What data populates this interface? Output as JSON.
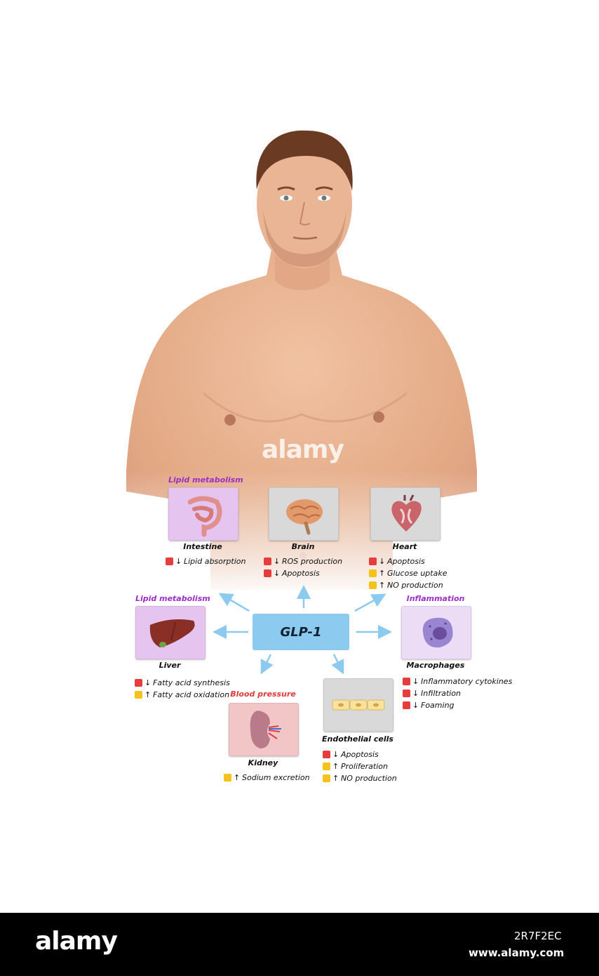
{
  "center": {
    "label": "GLP-1"
  },
  "organs": [
    {
      "id": "intestine",
      "category": "Lipid metabolism",
      "category_color": "#9b30c8",
      "name": "Intestine",
      "box_color": "#e6c4f0",
      "effects": [
        {
          "color": "#e63c3c",
          "dir": "↓",
          "text": "Lipid absorption"
        }
      ]
    },
    {
      "id": "brain",
      "category": "",
      "category_color": "",
      "name": "Brain",
      "box_color": "#d9d9d9",
      "effects": [
        {
          "color": "#e63c3c",
          "dir": "↓",
          "text": "ROS production"
        },
        {
          "color": "#e63c3c",
          "dir": "↓",
          "text": "Apoptosis"
        }
      ]
    },
    {
      "id": "heart",
      "category": "",
      "category_color": "",
      "name": "Heart",
      "box_color": "#d9d9d9",
      "effects": [
        {
          "color": "#e63c3c",
          "dir": "↓",
          "text": "Apoptosis"
        },
        {
          "color": "#f5c21b",
          "dir": "↑",
          "text": "Glucose uptake"
        },
        {
          "color": "#f5c21b",
          "dir": "↑",
          "text": "NO production"
        }
      ]
    },
    {
      "id": "liver",
      "category": "Lipid metabolism",
      "category_color": "#9b30c8",
      "name": "Liver",
      "box_color": "#e6c4f0",
      "effects": [
        {
          "color": "#e63c3c",
          "dir": "↓",
          "text": "Fatty acid synthesis"
        },
        {
          "color": "#f5c21b",
          "dir": "↑",
          "text": "Fatty acid oxidation"
        }
      ]
    },
    {
      "id": "macrophages",
      "category": "Inflammation",
      "category_color": "#9b30c8",
      "name": "Macrophages",
      "box_color": "#eddcf6",
      "effects": [
        {
          "color": "#e63c3c",
          "dir": "↓",
          "text": "Inflammatory cytokines"
        },
        {
          "color": "#e63c3c",
          "dir": "↓",
          "text": "Infiltration"
        },
        {
          "color": "#e63c3c",
          "dir": "↓",
          "text": "Foaming"
        }
      ]
    },
    {
      "id": "kidney",
      "category": "Blood pressure",
      "category_color": "#e03a3a",
      "name": "Kidney",
      "box_color": "#f2c6c6",
      "effects": [
        {
          "color": "#f5c21b",
          "dir": "↑",
          "text": "Sodium excretion"
        }
      ]
    },
    {
      "id": "endothelial",
      "category": "",
      "category_color": "",
      "name": "Endothelial cells",
      "box_color": "#d9d9d9",
      "effects": [
        {
          "color": "#e63c3c",
          "dir": "↓",
          "text": "Apoptosis"
        },
        {
          "color": "#f5c21b",
          "dir": "↑",
          "text": "Proliferation"
        },
        {
          "color": "#f5c21b",
          "dir": "↑",
          "text": "NO production"
        }
      ]
    }
  ],
  "watermark": "alamy",
  "footer": {
    "logo": "alamy",
    "image_id": "2R7F2EC",
    "url": "www.alamy.com"
  },
  "colors": {
    "arrow": "#8ccbef",
    "decrease": "#e63c3c",
    "increase": "#f5c21b",
    "skin": "#e8b08c",
    "hair": "#6b3a22"
  }
}
